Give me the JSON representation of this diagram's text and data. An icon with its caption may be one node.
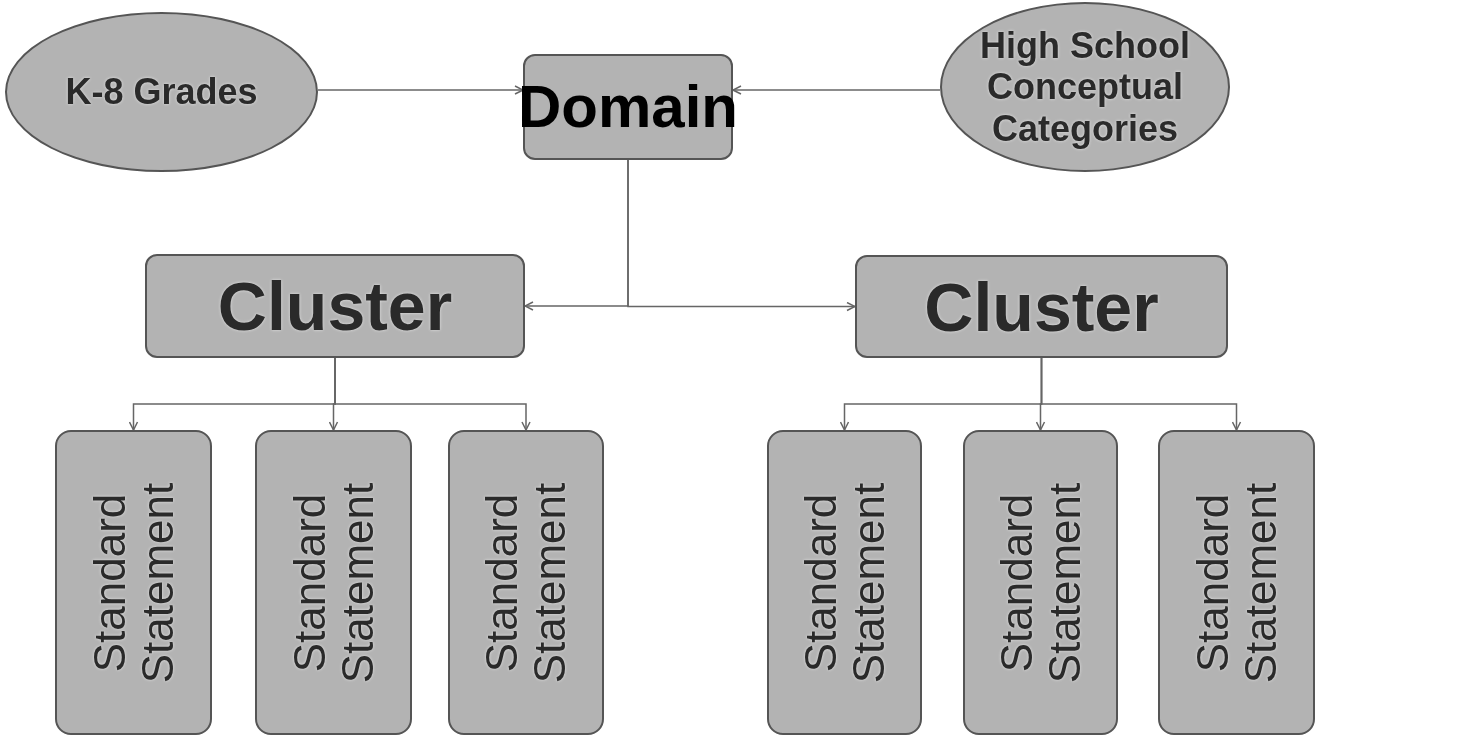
{
  "diagram": {
    "nodes": [
      {
        "text": [
          "K-8 Grades"
        ]
      },
      {
        "text": [
          "Domain"
        ]
      },
      {
        "text": [
          "High School Conceptual Categories"
        ]
      },
      {
        "text": [
          "Cluster"
        ]
      },
      {
        "text": [
          "Cluster"
        ]
      },
      {
        "text": [
          "Standard Statement"
        ]
      },
      {
        "text": [
          "Standard Statement"
        ]
      },
      {
        "text": [
          "Standard Statement"
        ]
      },
      {
        "text": [
          "Standard Statement"
        ]
      },
      {
        "text": [
          "Standard Statement"
        ]
      },
      {
        "text": [
          "Standard Statement"
        ]
      }
    ],
    "edges": [
      {
        "from": 0,
        "to": 1,
        "arrow": "to"
      },
      {
        "from": 2,
        "to": 1,
        "arrow": "to"
      },
      {
        "from": 1,
        "to": 3,
        "arrow": "to"
      },
      {
        "from": 1,
        "to": 4,
        "arrow": "to"
      },
      {
        "from": 3,
        "to": 5,
        "arrow": "to"
      },
      {
        "from": 3,
        "to": 6,
        "arrow": "to"
      },
      {
        "from": 3,
        "to": 7,
        "arrow": "to"
      },
      {
        "from": 4,
        "to": 8,
        "arrow": "to"
      },
      {
        "from": 4,
        "to": 9,
        "arrow": "to"
      },
      {
        "from": 4,
        "to": 10,
        "arrow": "to"
      }
    ]
  }
}
